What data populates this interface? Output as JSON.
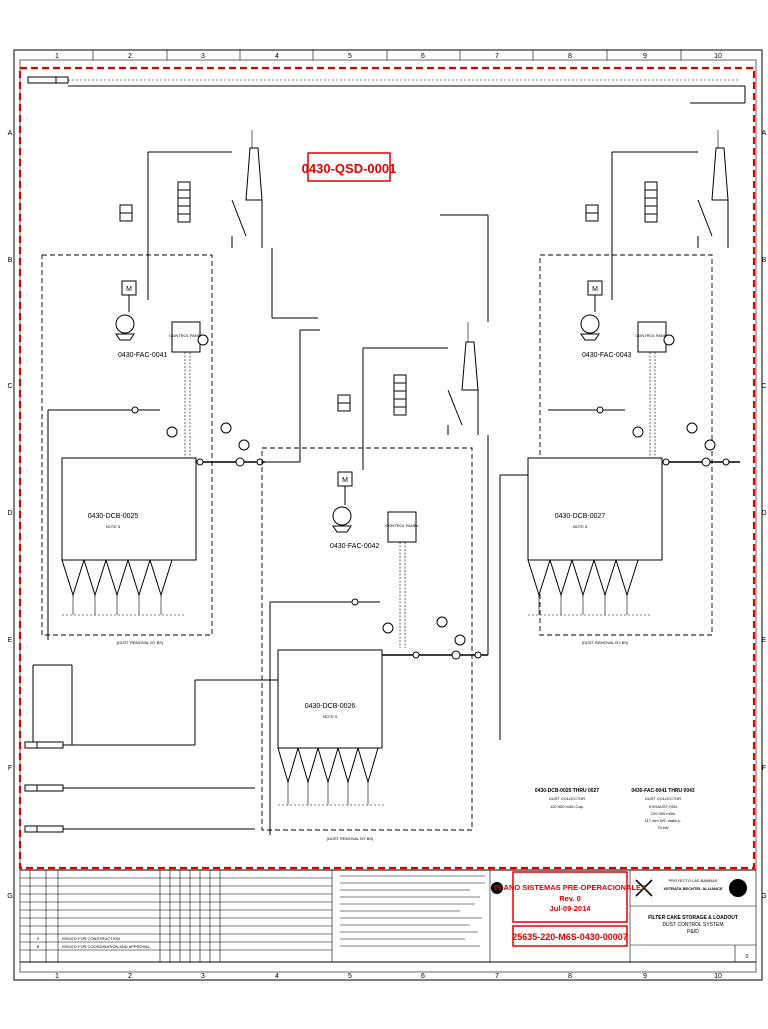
{
  "drawing": {
    "stamp_number": "0430-QSD-0001",
    "grid_columns": [
      "1",
      "2",
      "3",
      "4",
      "5",
      "6",
      "7",
      "8",
      "9",
      "10"
    ],
    "grid_rows": [
      "A",
      "B",
      "C",
      "D",
      "E",
      "F",
      "G"
    ]
  },
  "equipment": {
    "fan_1": "0430-FAC-0041",
    "fan_2": "0430-FAC-0042",
    "fan_3": "0430-FAC-0043",
    "collector_1": "0430-DCB-0025",
    "collector_2": "0430-DCB-0026",
    "collector_3": "0430-DCB-0027",
    "control_panel": "CONTROL PANEL",
    "motor": "M",
    "dust_removal": "(DUST REMOVAL BY BS)",
    "note": "NOTE 5"
  },
  "summary": {
    "left_heading": "0430-DCB-0025 THRU 0027",
    "left_sub": "DUST COLLECTOR",
    "left_value": "120 000 m3/h Cap.",
    "right_heading": "0430-FAC-0041 THRU 0043",
    "right_sub": "DUST COLLECTOR",
    "right_line1": "EXHAUST FAN",
    "right_line2": "120 000 m3/h",
    "right_line3": "117 mm WC static p.",
    "right_line4": "75 kW"
  },
  "revisions": [
    {
      "rev": "0",
      "desc": "ISSUED FOR CONSTRUCTION"
    },
    {
      "rev": "B",
      "desc": "ISSUED FOR COORDINATION AND APPROVAL"
    }
  ],
  "stamp": {
    "line1": "PLANO SISTEMAS PRE-OPERACIONALES",
    "line2": "Rev. 0",
    "line3": "Jul-09-2014",
    "doc_number": "25635-220-M6S-0430-00007"
  },
  "title_block": {
    "project": "PROYECTO LAS BAMBAS",
    "alliance": "XSTRATA BECHTEL ALLIANCE",
    "title1": "FILTER CAKE STORAGE & LOADOUT",
    "title2": "DUST CONTROL SYSTEM",
    "title3": "P&ID",
    "sheet": "0"
  }
}
